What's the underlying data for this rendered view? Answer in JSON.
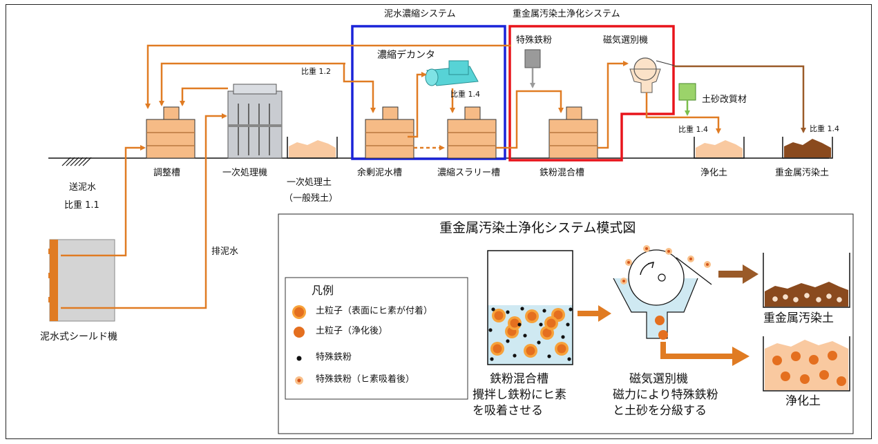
{
  "system_labels": {
    "concentration": "泥水濃縮システム",
    "purification": "重金属汚染土浄化システム"
  },
  "equipment": {
    "adjust_tank": "調整槽",
    "primary_processor": "一次処理機",
    "primary_soil_1": "一次処理土",
    "primary_soil_2": "（一般残土）",
    "surplus_tank": "余剰泥水槽",
    "slurry_tank": "濃縮スラリー槽",
    "iron_mix_tank": "鉄粉混合槽",
    "purified_soil": "浄化土",
    "contaminated_soil": "重金属汚染土",
    "decanter": "濃縮デカンタ",
    "special_iron": "特殊鉄粉",
    "magnetic_separator": "磁気選別機",
    "soil_improver": "土砂改質材",
    "shield_machine": "泥水式シールド機"
  },
  "flows": {
    "send_mud": "送泥水",
    "sg_1_1": "比重 1.1",
    "sg_1_2": "比重 1.2",
    "sg_1_4_decanter": "比重 1.4",
    "sg_1_4_purified": "比重 1.4",
    "sg_1_4_contaminated": "比重 1.4",
    "discharge": "排泥水"
  },
  "schematic": {
    "title": "重金属汚染土浄化システム模式図",
    "legend_title": "凡例",
    "legend_items": [
      "土粒子（表面にヒ素が付着）",
      "土粒子（浄化後）",
      "特殊鉄粉",
      "特殊鉄粉（ヒ素吸着後）"
    ],
    "mix_tank_title": "鉄粉混合槽",
    "mix_tank_desc_1": "攪拌し鉄粉にヒ素",
    "mix_tank_desc_2": "を吸着させる",
    "separator_title": "磁気選別機",
    "separator_desc_1": "磁力により特殊鉄粉",
    "separator_desc_2": "と土砂を分級する",
    "out_contaminated": "重金属汚染土",
    "out_purified": "浄化土"
  },
  "colors": {
    "flow": "#e07b22",
    "brown_flow": "#9a5a28",
    "concentration_box": "#1a23d8",
    "purification_box": "#e8141b",
    "tank_fill": "#f6bb86",
    "contaminated_soil": "#8a4a1e",
    "purified_soil": "#f9c9a0",
    "decanter": "#57d3d6",
    "iron_box": "#9a9a9a",
    "improver_box": "#9bd36a"
  }
}
